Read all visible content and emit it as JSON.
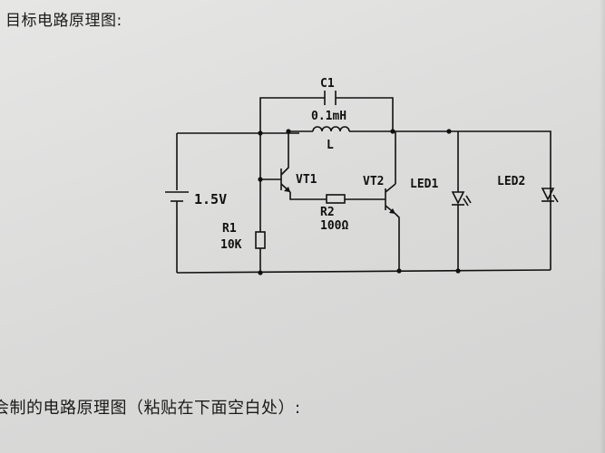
{
  "heading": "目标电路原理图:",
  "footer": "会制的电路原理图（粘贴在下面空白处）:",
  "components": {
    "capacitor": "C1",
    "inductor_value": "0.1mH",
    "inductor": "L",
    "transistor1": "VT1",
    "transistor2": "VT2",
    "resistor2": "R2",
    "resistor2_value": "100Ω",
    "battery": "1.5V",
    "resistor1": "R1",
    "resistor1_value": "10K",
    "led1": "LED1",
    "led2": "LED2"
  }
}
